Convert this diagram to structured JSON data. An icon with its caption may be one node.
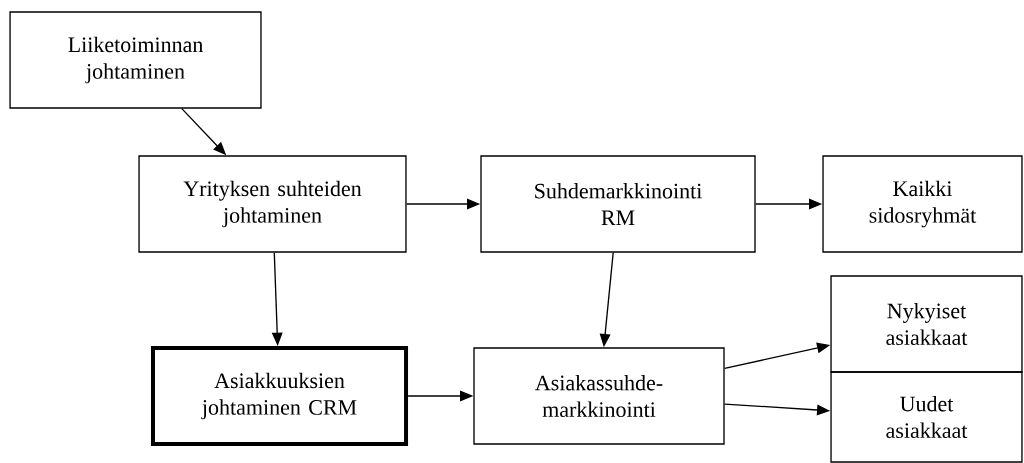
{
  "diagram": {
    "nodes": [
      {
        "text": [
          "Liiketoiminnan johtaminen"
        ]
      },
      {
        "text": [
          "Yrityksen suhteiden johtaminen"
        ]
      },
      {
        "text": [
          "Suhdemarkkinointi RM"
        ]
      },
      {
        "text": [
          "Kaikki sidosryhmät"
        ]
      },
      {
        "text": [
          "Asiakkuuksien johtaminen CRM"
        ]
      },
      {
        "text": [
          "Asiakassuhde-markkinointi"
        ]
      },
      {
        "text": [
          "Nykyiset asiakkaat"
        ]
      },
      {
        "text": [
          "Uudet asiakkaat"
        ]
      }
    ],
    "edges": [
      {
        "from": 0,
        "to": 1,
        "arrow": "to"
      },
      {
        "from": 1,
        "to": 2,
        "arrow": "to"
      },
      {
        "from": 2,
        "to": 3,
        "arrow": "to"
      },
      {
        "from": 1,
        "to": 4,
        "arrow": "to"
      },
      {
        "from": 2,
        "to": 5,
        "arrow": "to"
      },
      {
        "from": 4,
        "to": 5,
        "arrow": "to"
      },
      {
        "from": 5,
        "to": 6,
        "arrow": "to"
      },
      {
        "from": 5,
        "to": 7,
        "arrow": "to"
      }
    ]
  }
}
